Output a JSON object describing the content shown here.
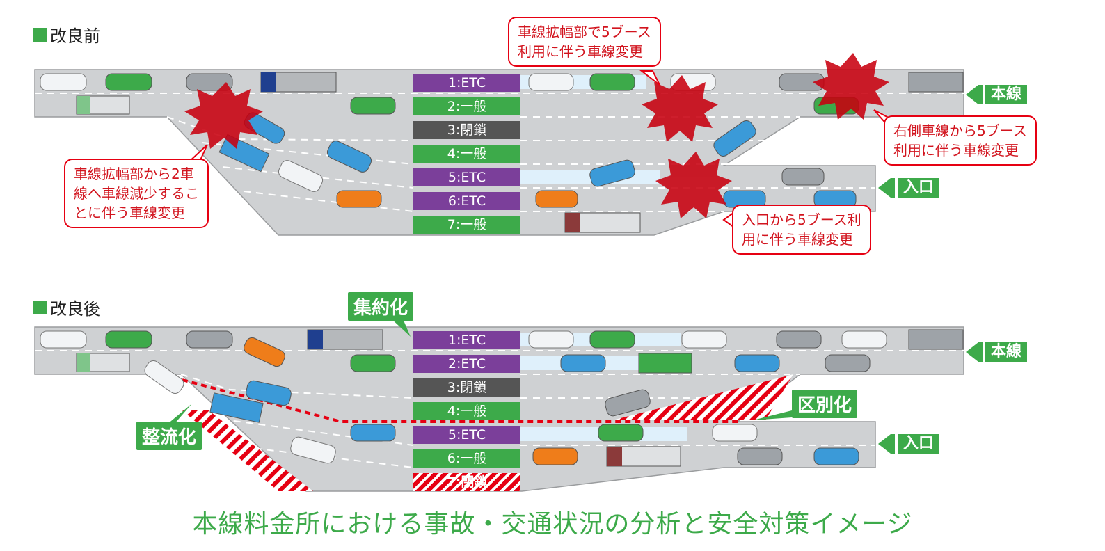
{
  "before": {
    "title": "改良前",
    "booths": [
      {
        "label": "1:ETC",
        "kind": "etc"
      },
      {
        "label": "2:一般",
        "kind": "gen"
      },
      {
        "label": "3:閉鎖",
        "kind": "closed"
      },
      {
        "label": "4:一般",
        "kind": "gen"
      },
      {
        "label": "5:ETC",
        "kind": "etc"
      },
      {
        "label": "6:ETC",
        "kind": "etc"
      },
      {
        "label": "7:一般",
        "kind": "gen"
      }
    ],
    "callouts": {
      "widening_5booth": [
        "車線拡幅部で5ブース",
        "利用に伴う車線変更"
      ],
      "reduction": [
        "車線拡幅部から2車",
        "線へ車線減少するこ",
        "とに伴う車線変更"
      ],
      "right_lane": [
        "右側車線から5ブース",
        "利用に伴う車線変更"
      ],
      "entrance": [
        "入口から5ブース利",
        "用に伴う車線変更"
      ]
    },
    "mainline_label": "本線",
    "entrance_label": "入口"
  },
  "after": {
    "title": "改良後",
    "booths": [
      {
        "label": "1:ETC",
        "kind": "etc"
      },
      {
        "label": "2:ETC",
        "kind": "etc"
      },
      {
        "label": "3:閉鎖",
        "kind": "closed"
      },
      {
        "label": "4:一般",
        "kind": "gen"
      },
      {
        "label": "5:ETC",
        "kind": "etc"
      },
      {
        "label": "6:一般",
        "kind": "gen"
      },
      {
        "label": "7:閉鎖",
        "kind": "closed-red"
      }
    ],
    "tags": {
      "consolidation": "集約化",
      "distinction": "区別化",
      "flow": "整流化"
    },
    "mainline_label": "本線",
    "entrance_label": "入口"
  },
  "footer_title": "本線料金所における事故・交通状況の分析と安全対策イメージ",
  "colors": {
    "road": "#cfd1d3",
    "etc": "#7b3f9a",
    "general": "#3daa4a",
    "closed": "#555555",
    "alert": "#e60012",
    "accent": "#3daa4a"
  }
}
